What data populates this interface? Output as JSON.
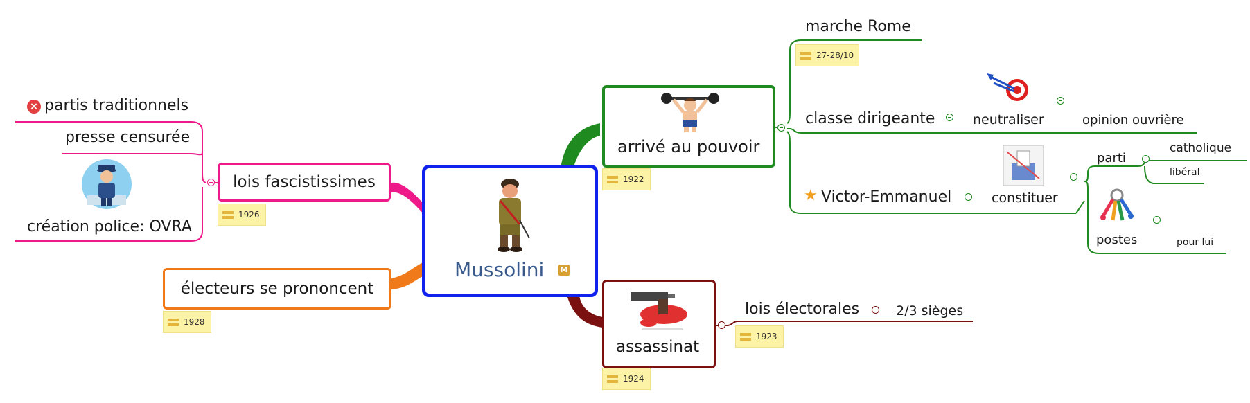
{
  "colors": {
    "center": "#1122ee",
    "green": "#1f8a1f",
    "pink": "#ee1a8a",
    "orange": "#f07a1a",
    "darkred": "#7a1010",
    "title": "#3a5a8c"
  },
  "center": {
    "title": "Mussolini",
    "marker": "M"
  },
  "left": {
    "lois": {
      "label": "lois fascistissimes",
      "date": "1926"
    },
    "partis": {
      "label": "partis traditionnels"
    },
    "presse": {
      "label": "presse censurée"
    },
    "police": {
      "label": "création police: OVRA"
    },
    "electeurs": {
      "label": "électeurs se prononcent",
      "date": "1928"
    }
  },
  "right": {
    "pouvoir": {
      "label": "arrivé au pouvoir",
      "date": "1922"
    },
    "marche": {
      "label": "marche Rome",
      "date": "27-28/10"
    },
    "classe": {
      "label": "classe dirigeante"
    },
    "neutraliser": {
      "label": "neutraliser"
    },
    "opinion": {
      "label": "opinion ouvrière"
    },
    "victor": {
      "label": "Victor-Emmanuel"
    },
    "constituer": {
      "label": "constituer"
    },
    "parti": {
      "label": "parti"
    },
    "catholique": {
      "label": "catholique"
    },
    "liberal": {
      "label": "libéral"
    },
    "postes": {
      "label": "postes"
    },
    "pourlui": {
      "label": "pour lui"
    },
    "assassinat": {
      "label": "assassinat",
      "date": "1924"
    },
    "loiselect": {
      "label": "lois électorales",
      "date": "1923"
    },
    "sieges": {
      "label": "2/3 sièges"
    }
  }
}
